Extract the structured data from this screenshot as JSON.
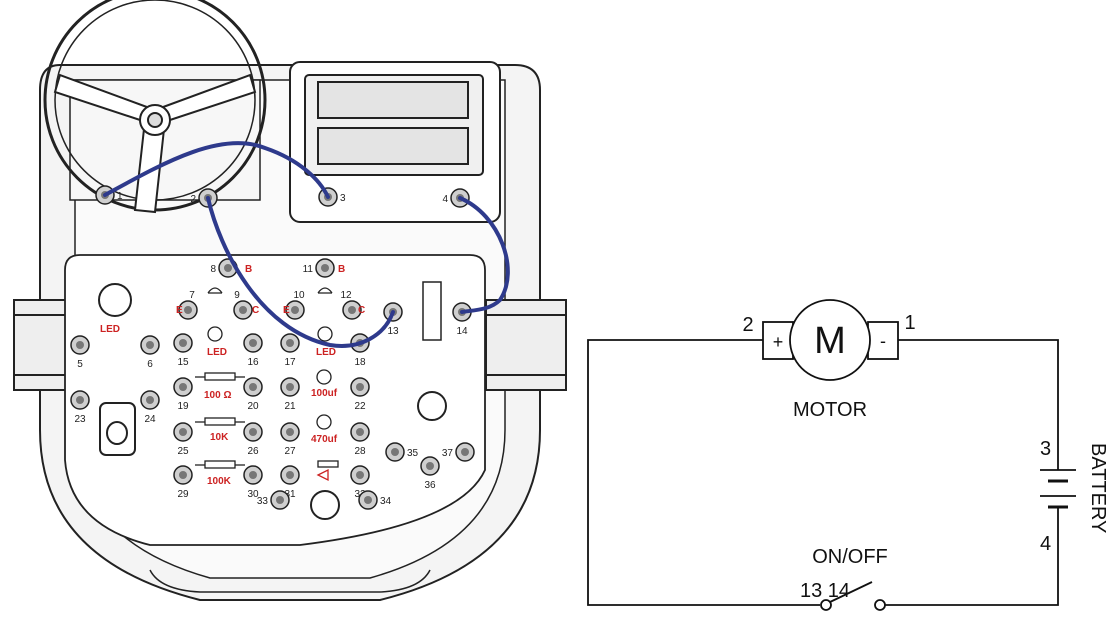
{
  "diagram": {
    "kit_board": {
      "terminals": {
        "t1": "1",
        "t2": "2",
        "t3": "3",
        "t4": "4",
        "t5": "5",
        "t6": "6",
        "t7": "7",
        "t8": "8",
        "t9": "9",
        "t10": "10",
        "t11": "11",
        "t12": "12",
        "t13": "13",
        "t14": "14",
        "t15": "15",
        "t16": "16",
        "t17": "17",
        "t18": "18",
        "t19": "19",
        "t20": "20",
        "t21": "21",
        "t22": "22",
        "t23": "23",
        "t24": "24",
        "t25": "25",
        "t26": "26",
        "t27": "27",
        "t28": "28",
        "t29": "29",
        "t30": "30",
        "t31": "31",
        "t32": "32",
        "t33": "33",
        "t34": "34",
        "t35": "35",
        "t36": "36",
        "t37": "37"
      },
      "marks": {
        "b1": "B",
        "b2": "B",
        "e1": "E",
        "c1": "C",
        "e2": "E",
        "c2": "C",
        "led_a": "LED",
        "led_b": "LED",
        "led_c": "LED",
        "r100": "100 Ω",
        "r10k": "10K",
        "r100k": "100K",
        "cap100": "100uf",
        "cap470": "470uf",
        "plus": "+",
        "minus": "-"
      },
      "wire_color": "#2e3a8c"
    },
    "schematic": {
      "motor_label": "MOTOR",
      "motor_symbol": "M",
      "motor_pin_left": "2",
      "motor_pin_right": "1",
      "motor_plus": "+",
      "motor_minus": "-",
      "battery_label": "BATTERY",
      "battery_top": "3",
      "battery_bottom": "4",
      "switch_label": "ON/OFF",
      "switch_pins": "13 14"
    }
  }
}
